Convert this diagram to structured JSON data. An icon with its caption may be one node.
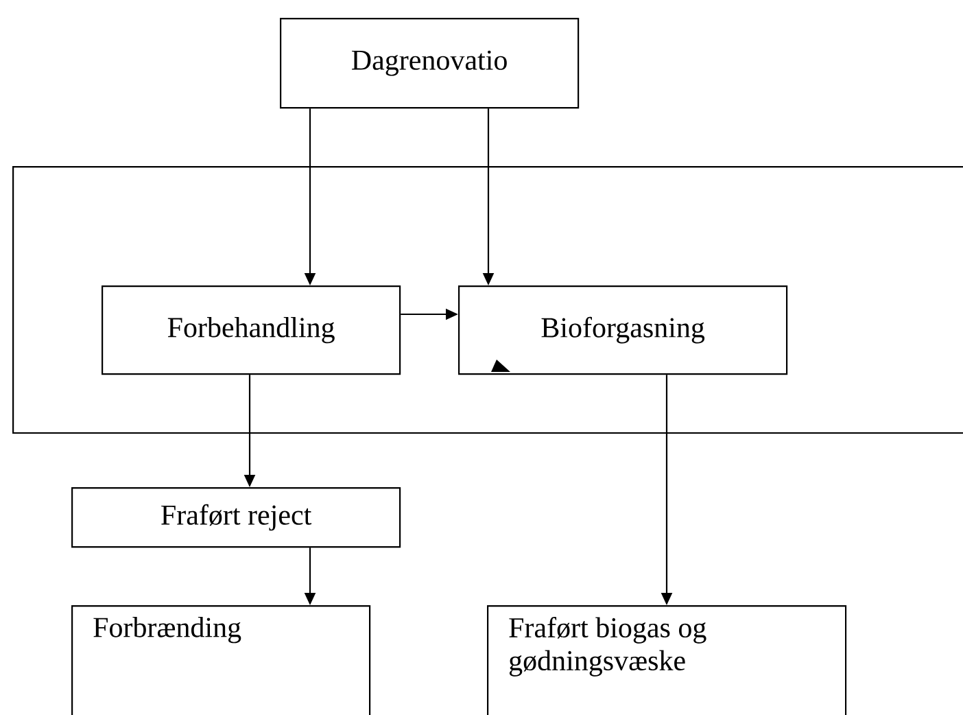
{
  "diagram": {
    "nodes": [
      {
        "text": [
          "Dagrenovatio"
        ]
      },
      {
        "text": [],
        "shape": "box"
      },
      {
        "text": [
          "Forbehandling"
        ],
        "in": 1
      },
      {
        "text": [
          "Bioforgasning"
        ],
        "in": 1
      },
      {
        "text": [
          "Fraført reject"
        ]
      },
      {
        "text": [
          "Forbrænding"
        ]
      },
      {
        "text": [
          "Fraført biogas og gødningsvæske"
        ]
      }
    ],
    "edges": [
      {
        "from": 0,
        "to": 2,
        "arrow": "to"
      },
      {
        "from": 0,
        "to": 3,
        "arrow": "to"
      },
      {
        "from": 2,
        "to": 3,
        "arrow": "to"
      },
      {
        "from": 2,
        "to": 4,
        "arrow": "to"
      },
      {
        "from": 4,
        "to": 5,
        "arrow": "to"
      },
      {
        "from": 3,
        "to": 6,
        "arrow": "to"
      }
    ]
  }
}
